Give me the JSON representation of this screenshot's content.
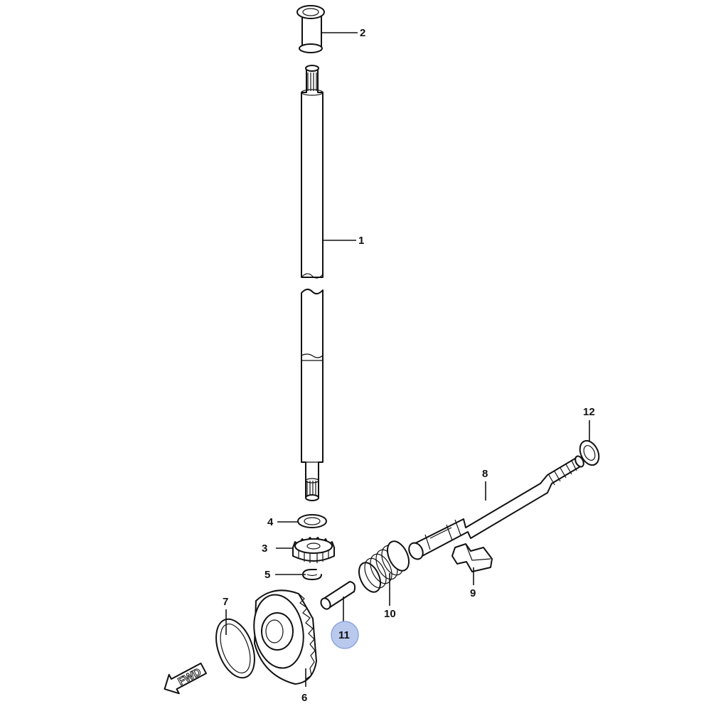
{
  "callouts": {
    "p1": "1",
    "p2": "2",
    "p3": "3",
    "p4": "4",
    "p5": "5",
    "p6": "6",
    "p7": "7",
    "p8": "8",
    "p9": "9",
    "p10": "10",
    "p11": "11",
    "p12": "12"
  },
  "selected_callout": "11",
  "highlight_color": "#b9c9ee",
  "direction_marker": "FWD"
}
